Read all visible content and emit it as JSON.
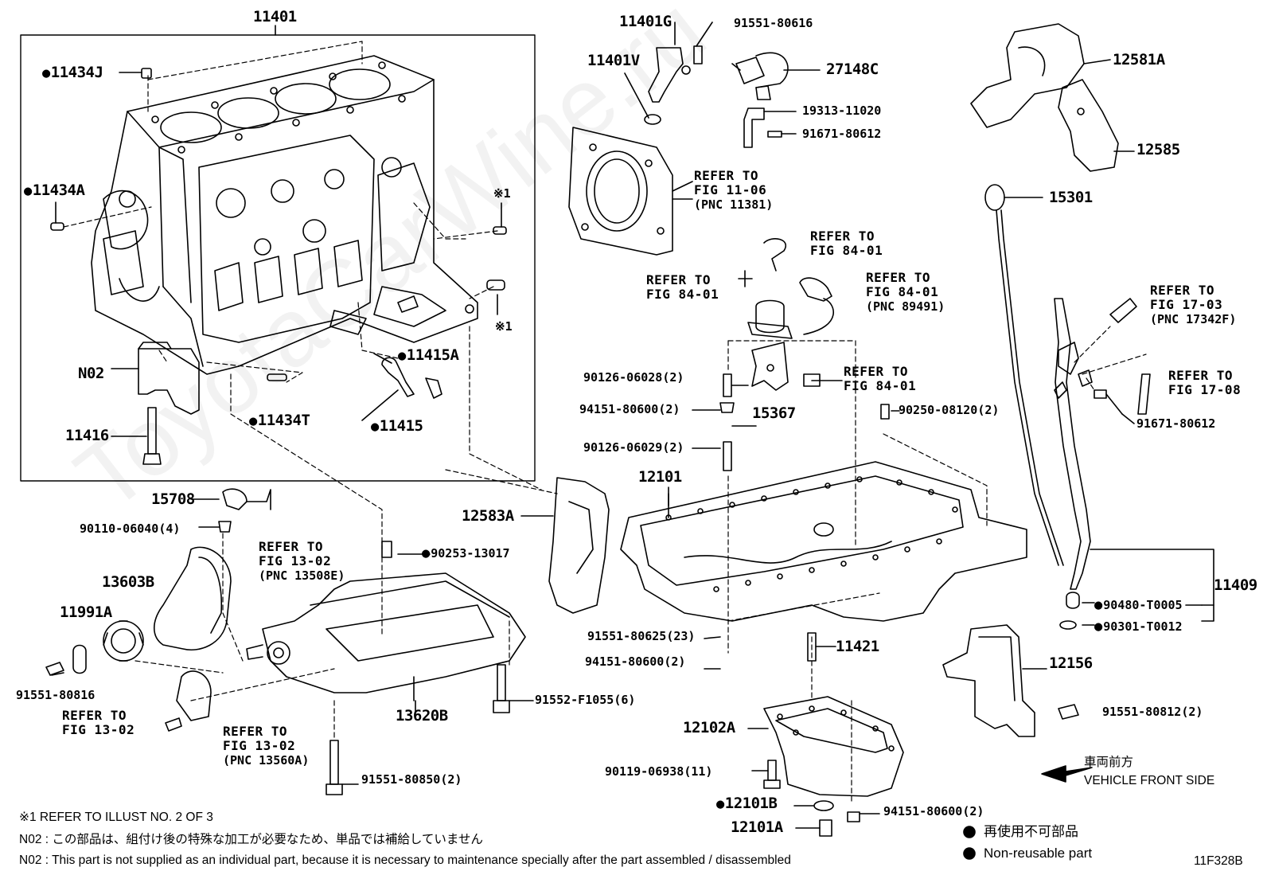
{
  "watermark": "ToyotaCarWine.ru",
  "parts": {
    "p11401": "11401",
    "p11434J": "11434J",
    "p11434A": "11434A",
    "p11415A": "11415A",
    "p11415": "11415",
    "p11434T": "11434T",
    "pN02": "N02",
    "p11416": "11416",
    "p11401G": "11401G",
    "p11401V": "11401V",
    "p91551_80616": "91551-80616",
    "p27148C": "27148C",
    "p19313": "19313-11020",
    "p91671_a": "91671-80612",
    "p12581A": "12581A",
    "p12585": "12585",
    "p15301": "15301",
    "p90126_06028": "90126-06028(2)",
    "p94151_a": "94151-80600(2)",
    "p90126_06029": "90126-06029(2)",
    "p15367": "15367",
    "p90250": "90250-08120(2)",
    "p91671_b": "91671-80612",
    "p12101": "12101",
    "p12583A": "12583A",
    "p15708": "15708",
    "p90110": "90110-06040(4)",
    "p90253": "90253-13017",
    "p13603B": "13603B",
    "p11991A": "11991A",
    "p91551_80816": "91551-80816",
    "p13620B": "13620B",
    "p91552": "91552-F1055(6)",
    "p91551_80850": "91551-80850(2)",
    "p91551_80625": "91551-80625(23)",
    "p94151_b": "94151-80600(2)",
    "p11421": "11421",
    "p11409": "11409",
    "p90480": "90480-T0005",
    "p90301": "90301-T0012",
    "p12156": "12156",
    "p91551_80812": "91551-80812(2)",
    "p12102A": "12102A",
    "p90119": "90119-06938(11)",
    "p12101B": "12101B",
    "p94151_c": "94151-80600(2)",
    "p12101A": "12101A"
  },
  "refs": {
    "r_11_06_a": "REFER TO",
    "r_11_06_b": "FIG 11-06",
    "r_11_06_c": "(PNC 11381)",
    "r_84_top_a": "REFER TO",
    "r_84_top_b": "FIG 84-01",
    "r_84_left_a": "REFER TO",
    "r_84_left_b": "FIG 84-01",
    "r_84_right_a": "REFER TO",
    "r_84_right_b": "FIG 84-01",
    "r_84_right_c": "(PNC 89491)",
    "r_84_low_a": "REFER TO",
    "r_84_low_b": "FIG 84-01",
    "r_17_03_a": "REFER TO",
    "r_17_03_b": "FIG 17-03",
    "r_17_03_c": "(PNC 17342F)",
    "r_17_08_a": "REFER TO",
    "r_17_08_b": "FIG 17-08",
    "r_13_02_up_a": "REFER TO",
    "r_13_02_up_b": "FIG 13-02",
    "r_13_02_up_c": "(PNC 13508E)",
    "r_13_02_left_a": "REFER TO",
    "r_13_02_left_b": "FIG 13-02",
    "r_13_02_low_a": "REFER TO",
    "r_13_02_low_b": "FIG 13-02",
    "r_13_02_low_c": "(PNC 13560A)"
  },
  "markers": {
    "kome1_a": "※1",
    "kome1_b": "※1"
  },
  "notes": {
    "illust": "※1  REFER TO ILLUST NO. 2 OF 3",
    "n02_jp": "N02 : この部品は、組付け後の特殊な加工が必要なため、単品では補給していません",
    "n02_en": "N02 : This part is not supplied as an individual part, because it is necessary to maintenance specially after the part assembled / disassembled",
    "legend_jp": "再使用不可部品",
    "legend_en": "Non-reusable part",
    "front_jp": "車両前方",
    "front_en": "VEHICLE FRONT SIDE",
    "code": "11F328B"
  }
}
